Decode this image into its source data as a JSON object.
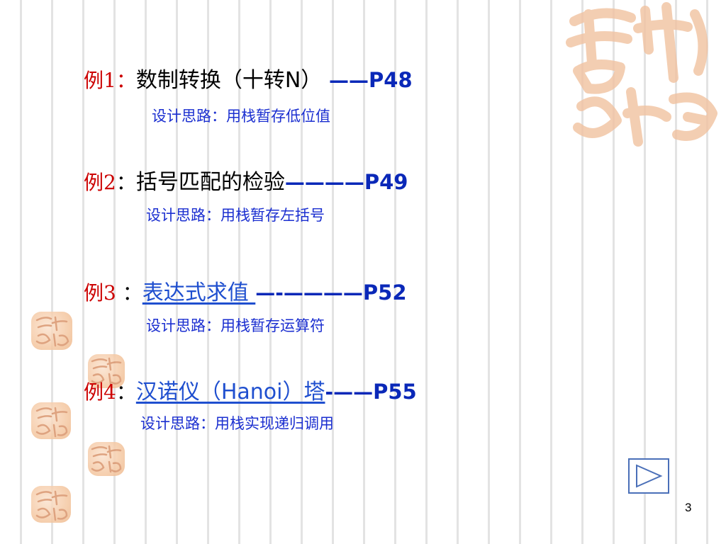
{
  "examples": [
    {
      "label": "例1",
      "title": "数制转换（十转N）",
      "dashes": " ——",
      "page": "P48",
      "hint": "设计思路：用栈暂存低位值"
    },
    {
      "label": "例2",
      "title": "括号匹配的检验",
      "dashes": "————",
      "page": "P49",
      "hint": "设计思路：用栈暂存左括号"
    },
    {
      "label": "例3",
      "title": "表达式求值 ",
      "dashes": "—-————",
      "page": "P52",
      "hint": "设计思路：用栈暂存运算符"
    },
    {
      "label": "例4",
      "title": "汉诺仪（Hanoi）塔",
      "dashes": "-——",
      "page": "P55",
      "hint": "设计思路：用栈实现递归调用"
    }
  ],
  "colon": "：",
  "colon_spaced": " ：",
  "page_number": "3",
  "icons": {
    "next": "play-triangle-icon",
    "seal": "auspicious-seal-icon"
  },
  "colors": {
    "label_red": "#cc0000",
    "link_blue": "#1f4fcf",
    "ref_blue": "#0a28b8",
    "hint_blue": "#1b2fd0",
    "seal_orange": "#f5c9a4"
  }
}
